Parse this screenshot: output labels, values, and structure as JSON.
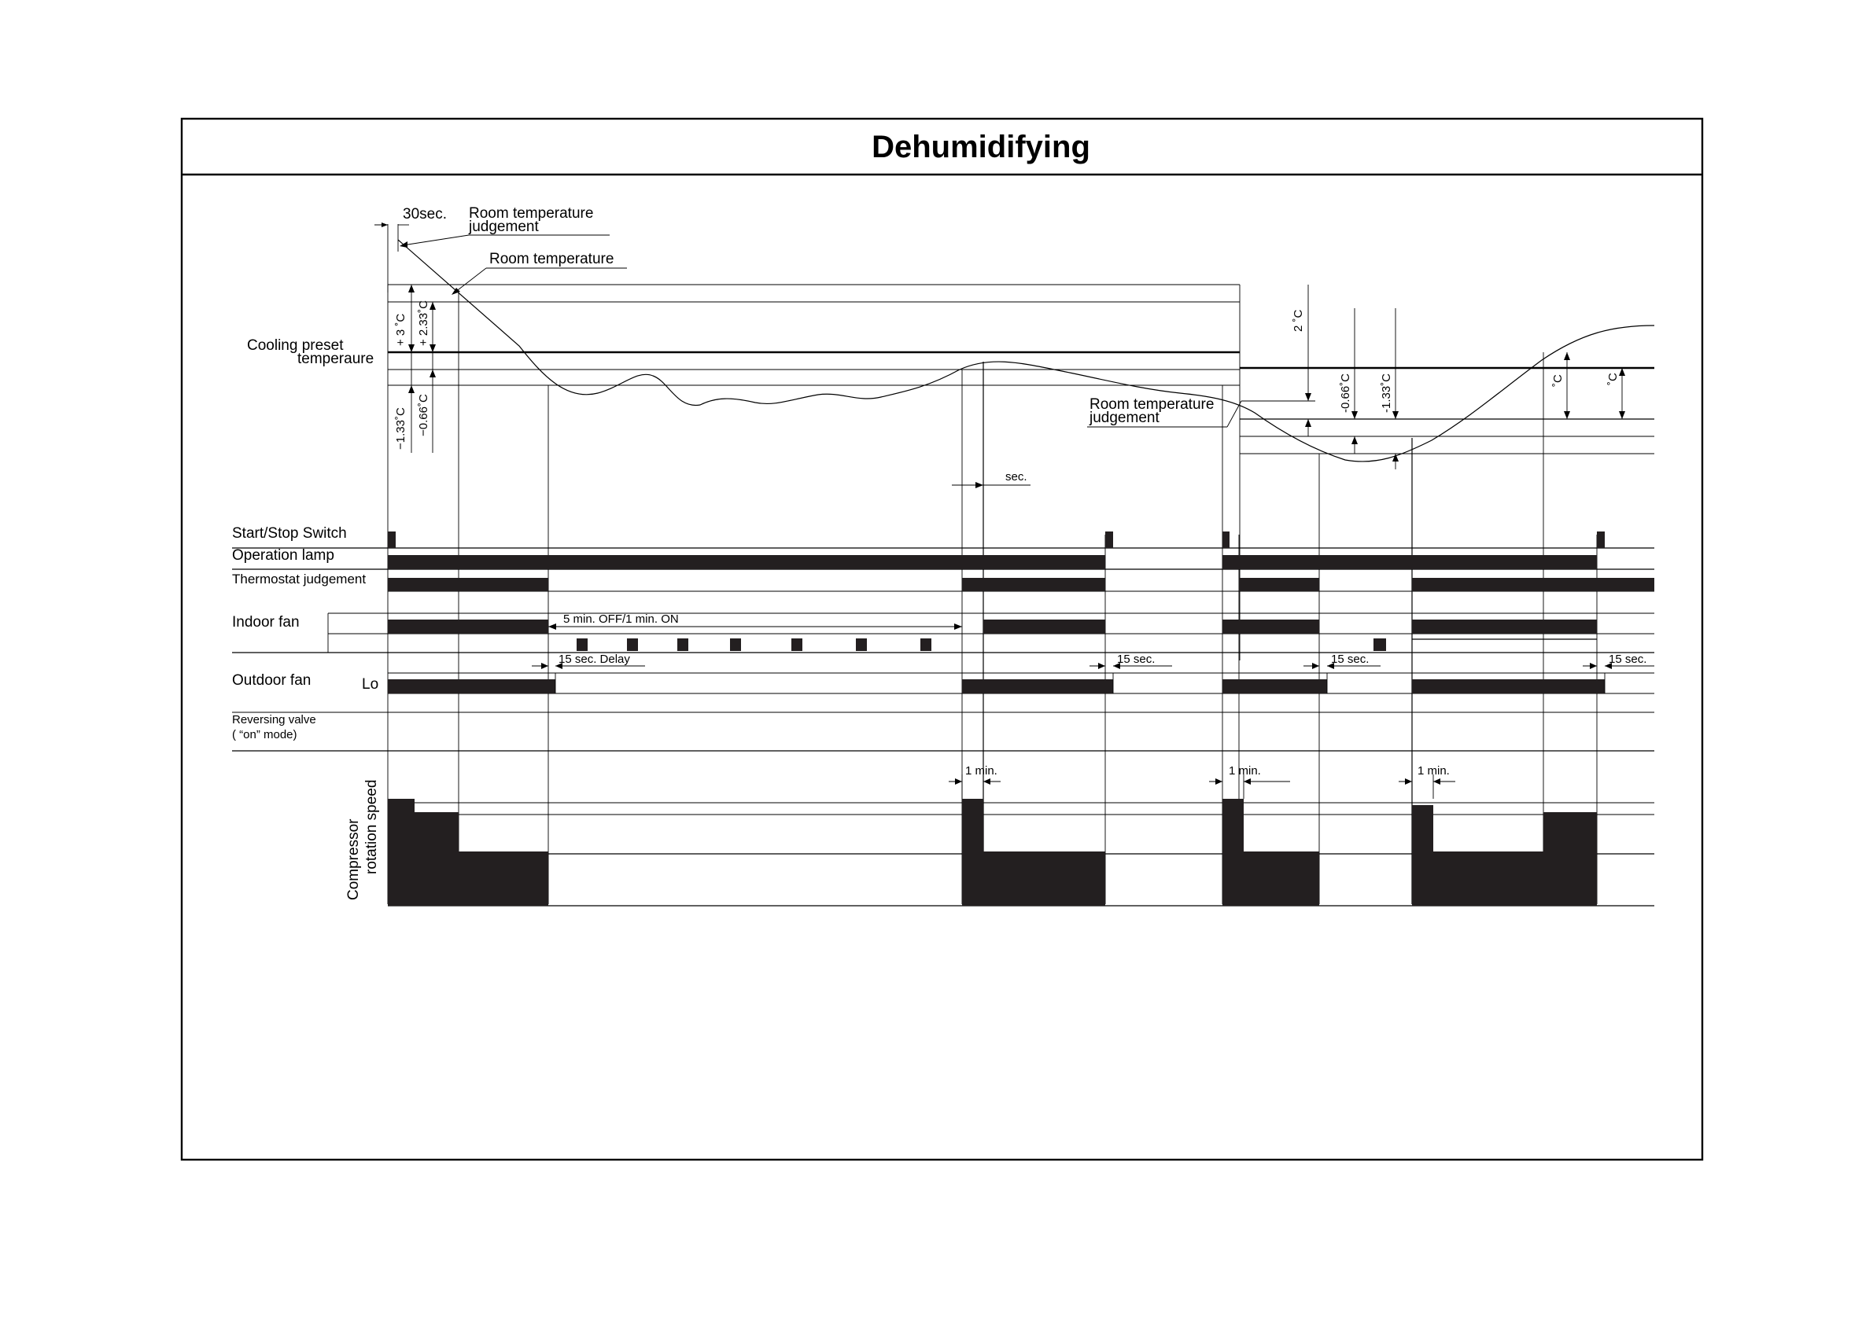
{
  "title": "Dehumidifying",
  "labels": {
    "thirty_sec": "30sec.",
    "room_temp_judgement_1": "Room temperature",
    "room_temp_judgement_2": "judgement",
    "room_temperature": "Room temperature",
    "cooling_preset_1": "Cooling preset",
    "cooling_preset_2": "temperaure",
    "plus_3": "+ 3 ˚C",
    "plus_2_33": "+ 2.33˚C",
    "minus_1_33": "−1.33˚C",
    "minus_0_66": "−0.66˚C",
    "two_c": "2 ˚C",
    "minus_0_66_b": "-0.66˚C",
    "minus_1_33_b": "-1.33˚C",
    "deg_c_a": "˚C",
    "deg_c_b": "˚C",
    "room_temp_judgement_b1": "Room temperature",
    "room_temp_judgement_b2": "judgement",
    "sec": "sec.",
    "five_min": "5 min.   OFF/1 min.   ON",
    "fifteen_delay": "15 sec. Delay",
    "fifteen_a": "15 sec.",
    "fifteen_b": "15 sec.",
    "fifteen_c": "15 sec.",
    "one_min_a": "1 min.",
    "one_min_b": "1 min.",
    "one_min_c": "1 min.",
    "lo": "Lo"
  },
  "rows": {
    "start_stop": "Start/Stop Switch",
    "operation_lamp": "Operation lamp",
    "thermostat": "Thermostat judgement",
    "indoor_fan": "Indoor fan",
    "outdoor_fan": "Outdoor fan",
    "reversing_1": "Reversing valve",
    "reversing_2": "(            “on” mode)",
    "compressor_1": "Compressor",
    "compressor_2": "rotation speed"
  }
}
